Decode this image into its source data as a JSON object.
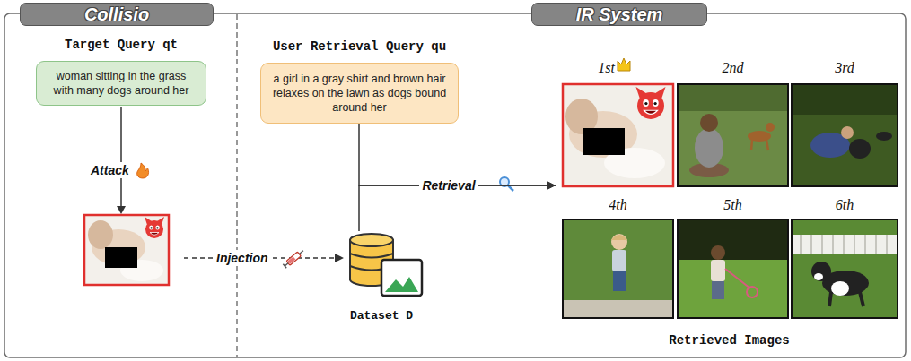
{
  "diagram": {
    "nodes": [
      {
        "text": [
          "Collisio"
        ]
      },
      {
        "text": [
          "IR System"
        ]
      },
      {
        "text": [
          "Target Query qt",
          "woman sitting in the grass with many dogs around her"
        ]
      },
      {
        "text": [
          "User Retrieval Query qu",
          "a girl in a gray shirt and brown hair relaxes on the lawn as dogs bound around her"
        ]
      },
      {
        "text": [
          "Dataset D"
        ]
      },
      {
        "text": [
          "Retrieved Images"
        ]
      },
      {
        "text": [
          "1st"
        ],
        "in": 5
      },
      {
        "text": [
          "2nd"
        ],
        "in": 5
      },
      {
        "text": [
          "3rd"
        ],
        "in": 5
      },
      {
        "text": [
          "4th"
        ],
        "in": 5
      },
      {
        "text": [
          "5th"
        ],
        "in": 5
      },
      {
        "text": [
          "6th"
        ],
        "in": 5
      }
    ],
    "edges": [
      {
        "from": 3,
        "to": 5,
        "arrow": "to",
        "label": "Retrieval"
      },
      {
        "from": 4,
        "to": 5,
        "arrow": "to"
      }
    ],
    "labels": [
      "Attack",
      "Injection"
    ]
  }
}
